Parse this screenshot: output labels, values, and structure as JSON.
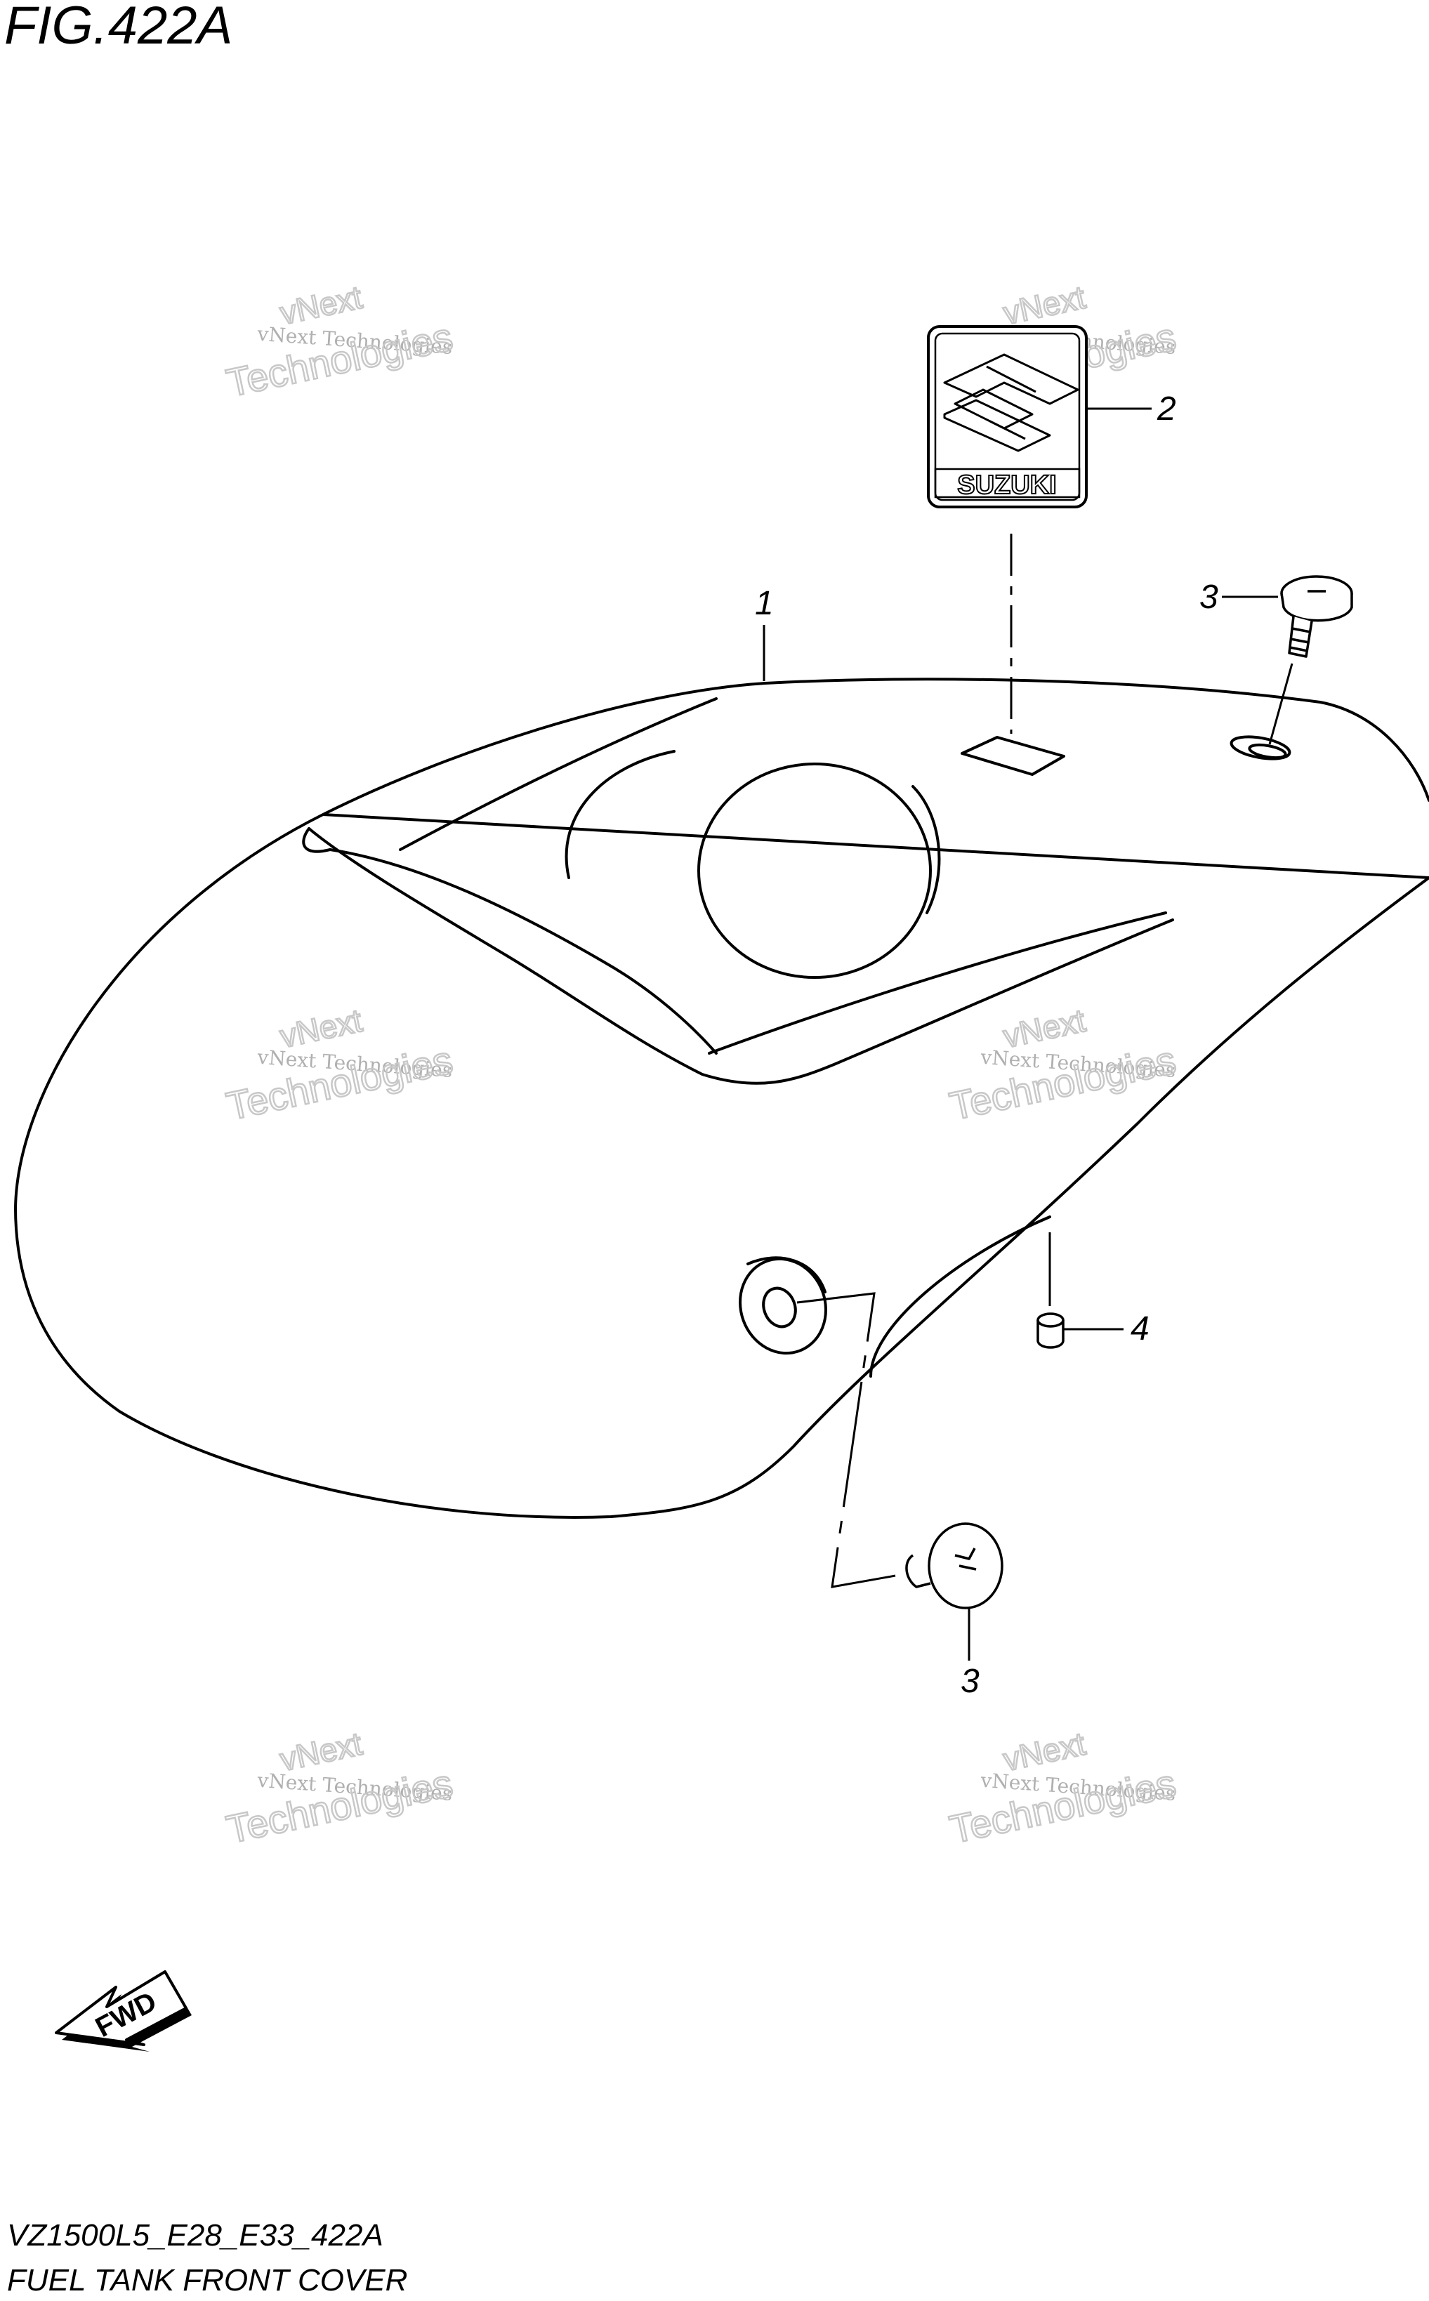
{
  "figure": {
    "title": "FIG.422A",
    "model_code": "VZ1500L5_E28_E33_422A",
    "caption": "FUEL TANK FRONT COVER"
  },
  "callouts": {
    "cover": "1",
    "emblem": "2",
    "screw_top": "3",
    "screw_bottom": "3",
    "cushion": "4"
  },
  "emblem": {
    "brand_text": "SUZUKI",
    "icon": "suzuki-s-logo-icon"
  },
  "direction_arrow": {
    "label": "FWD",
    "icon": "forward-arrow-icon"
  },
  "watermark": {
    "line_small": "vNext Technologies",
    "line_big_1": "vNext",
    "line_big_2": "Technologies"
  },
  "colors": {
    "ink": "#000000",
    "watermark": "#c8c8c8",
    "background": "#ffffff"
  }
}
